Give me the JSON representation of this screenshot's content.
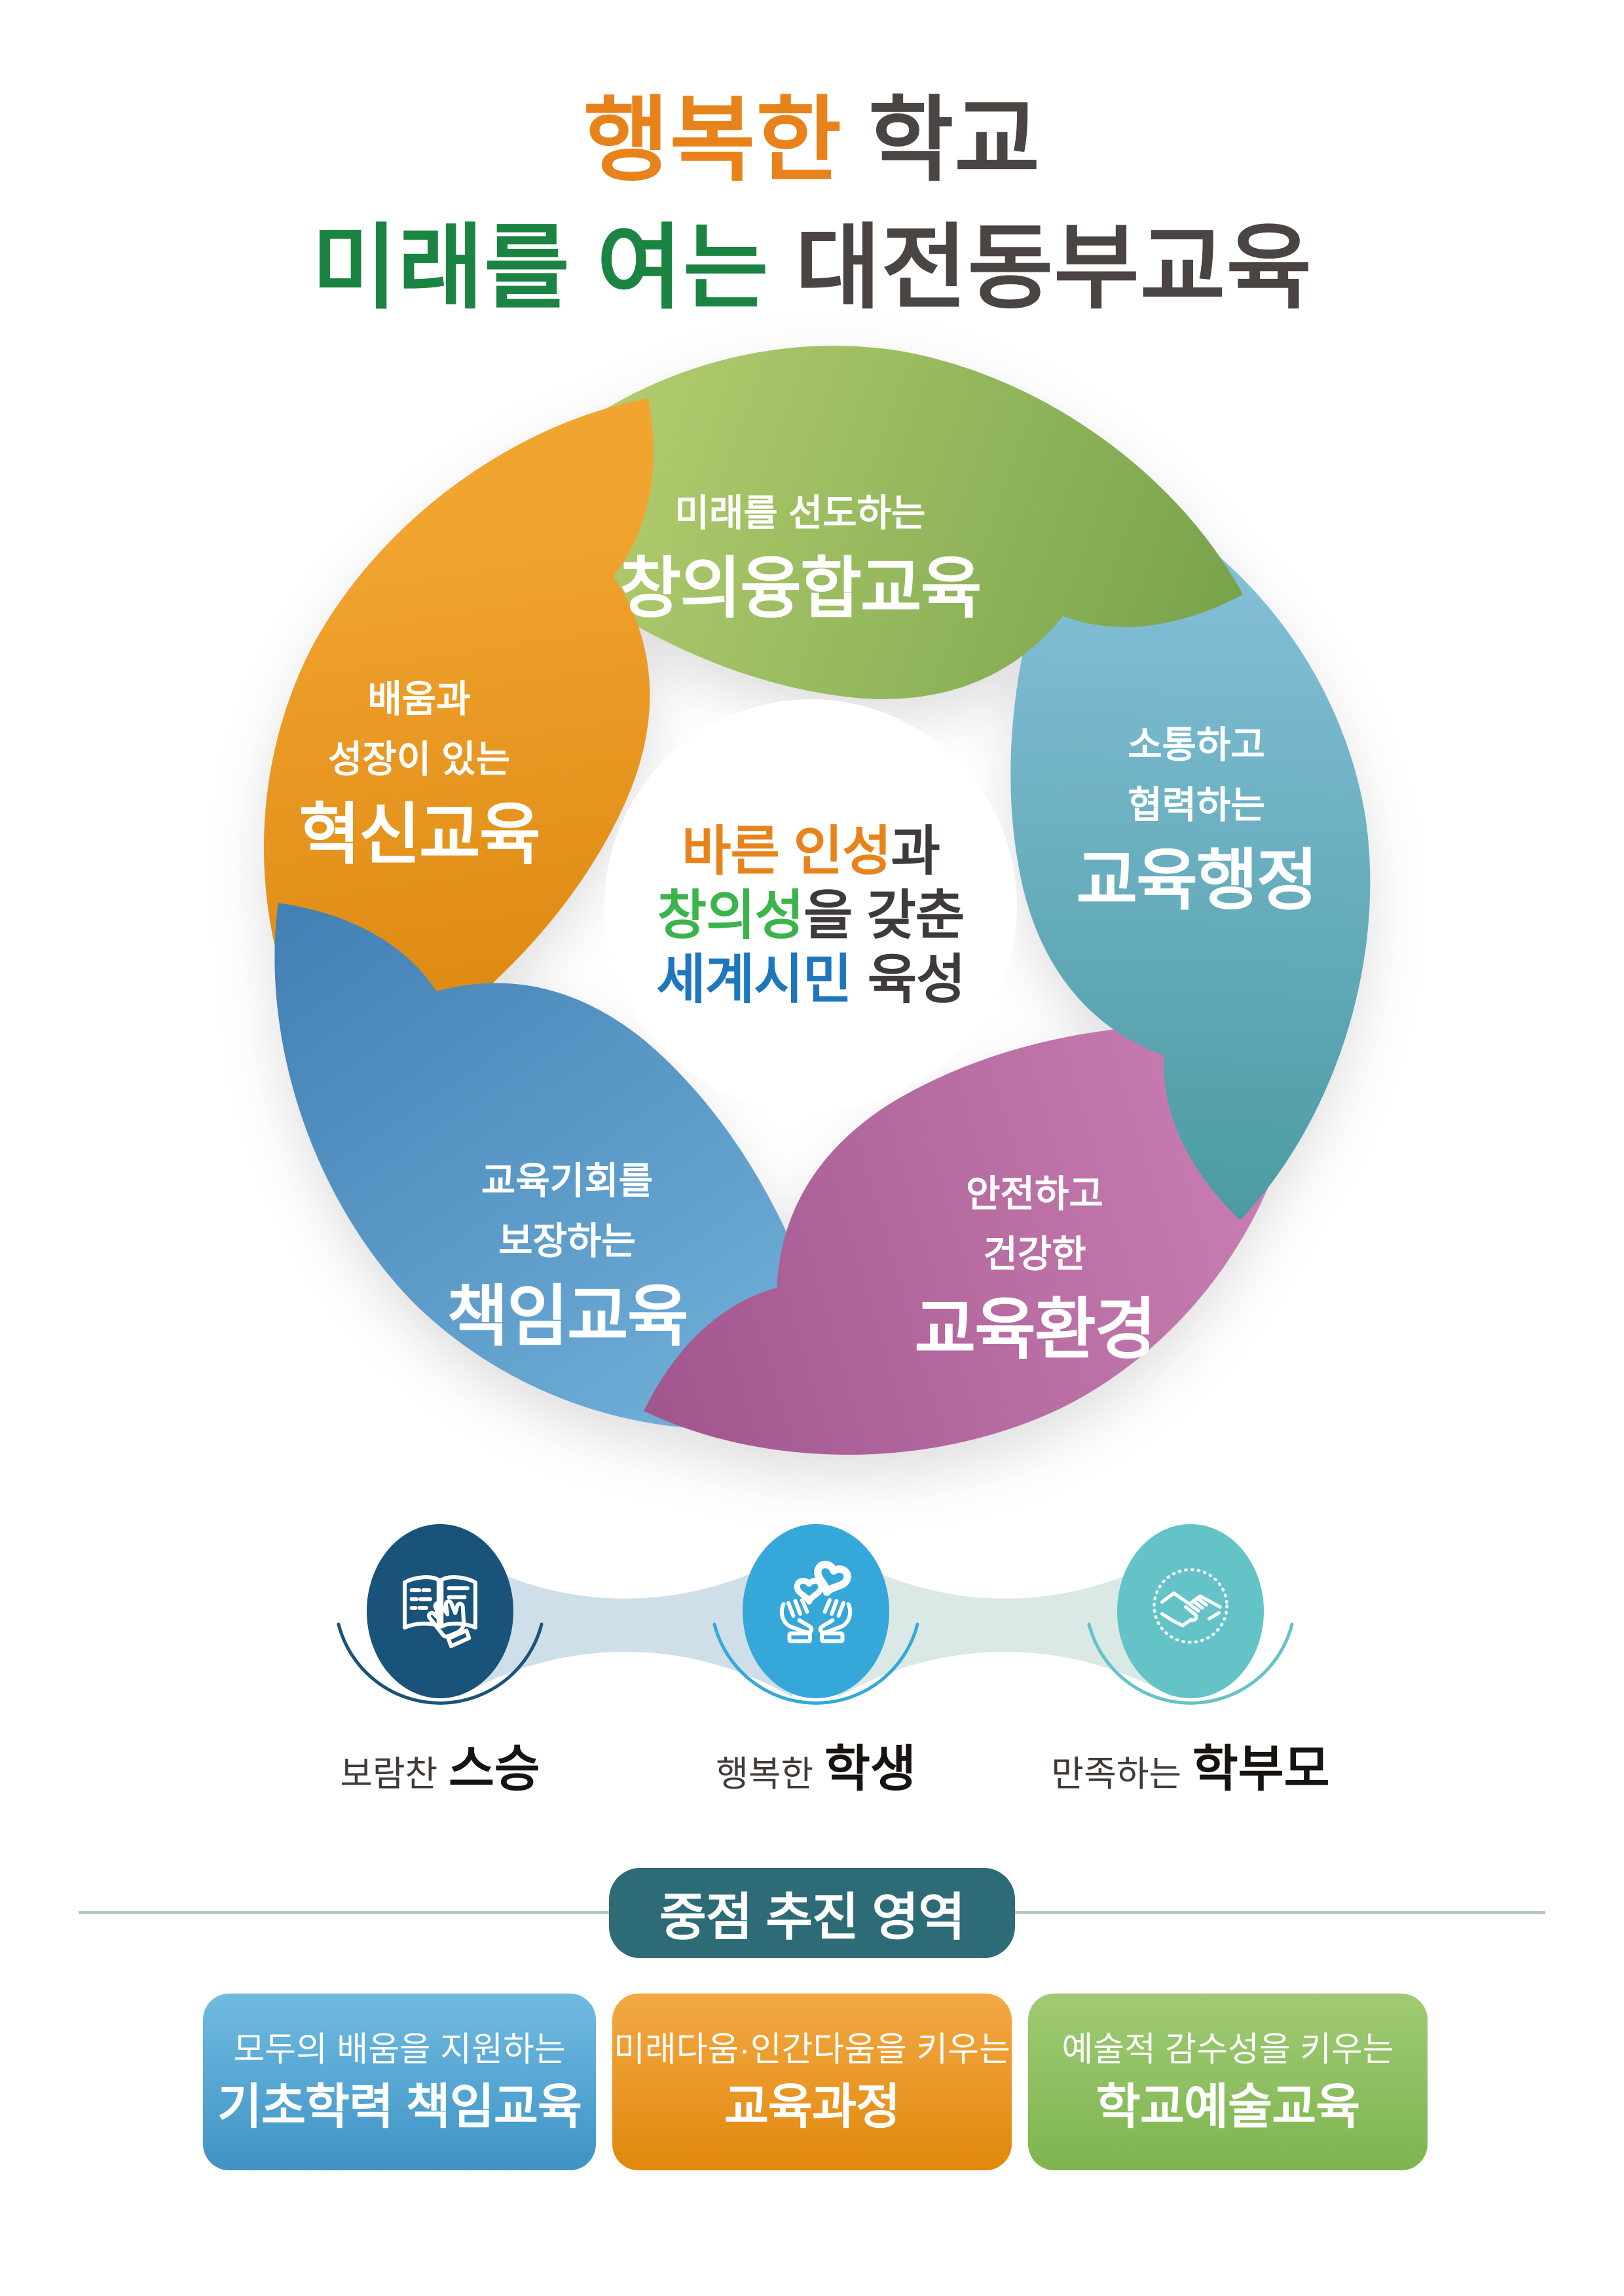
{
  "title": {
    "line1_accent": "행복한",
    "line1_rest": "학교",
    "line2_accent": "미래를 여는",
    "line2_rest": "대전동부교육",
    "accent1_color": "#E8831C",
    "accent2_color": "#1B8443",
    "text_color": "#4A4442"
  },
  "pinwheel": {
    "center": {
      "line1_lead": "바른 인성",
      "line1_rest": "과",
      "line2_lead": "창의성",
      "line2_rest": "을 갖춘",
      "line3_lead": "세계시민",
      "line3_rest": "육성",
      "lead1_color": "#E8831C",
      "lead2_color": "#3CB34B",
      "lead3_color": "#1E76BD",
      "text_color": "#3E3A39"
    },
    "petals": [
      {
        "position": "top",
        "subtitle_lines": [
          "미래를 선도하는"
        ],
        "title": "창의융합교육",
        "color_light": "#B5CE70",
        "color_dark": "#79A44C"
      },
      {
        "position": "right",
        "subtitle_lines": [
          "소통하고",
          "협력하는"
        ],
        "title": "교육행정",
        "color_light": "#87C1DB",
        "color_dark": "#4C9CA2"
      },
      {
        "position": "bottom-right",
        "subtitle_lines": [
          "안전하고",
          "건강한"
        ],
        "title": "교육환경",
        "color_light": "#CB80B4",
        "color_dark": "#A1568E"
      },
      {
        "position": "bottom-left",
        "subtitle_lines": [
          "교육기회를",
          "보장하는"
        ],
        "title": "책임교육",
        "color_light": "#70B0D8",
        "color_dark": "#4380B5"
      },
      {
        "position": "left",
        "subtitle_lines": [
          "배움과",
          "성장이 있는"
        ],
        "title": "혁신교육",
        "color_light": "#F1A430",
        "color_dark": "#D68007"
      }
    ]
  },
  "outcomes": {
    "items": [
      {
        "label": "보람찬",
        "label_strong": "스승",
        "circle_color": "#1A5379",
        "icon": "book-reading-hand-icon"
      },
      {
        "label": "행복한",
        "label_strong": "학생",
        "circle_color": "#35A8D9",
        "icon": "hands-holding-hearts-icon"
      },
      {
        "label": "만족하는",
        "label_strong": "학부모",
        "circle_color": "#63C3C6",
        "icon": "handshake-icon"
      }
    ],
    "connector_colors": [
      "#CEDFE9",
      "#DAE8E6"
    ]
  },
  "focus": {
    "badge_label": "중점 추진 영역",
    "badge_color": "#2D6B76",
    "line_color": "#B3C8CB",
    "boxes": [
      {
        "line1": "모두의 배움을 지원하는",
        "line2": "기초학력 책임교육",
        "color_top": "#71BBE1",
        "color_bottom": "#3E93C5"
      },
      {
        "line1": "미래다움·인간다움을 키우는",
        "line2": "교육과정",
        "color_top": "#F2A945",
        "color_bottom": "#E1880C"
      },
      {
        "line1": "예술적 감수성을 키우는",
        "line2": "학교예술교육",
        "color_top": "#A0CB74",
        "color_bottom": "#7EB44F"
      }
    ]
  }
}
